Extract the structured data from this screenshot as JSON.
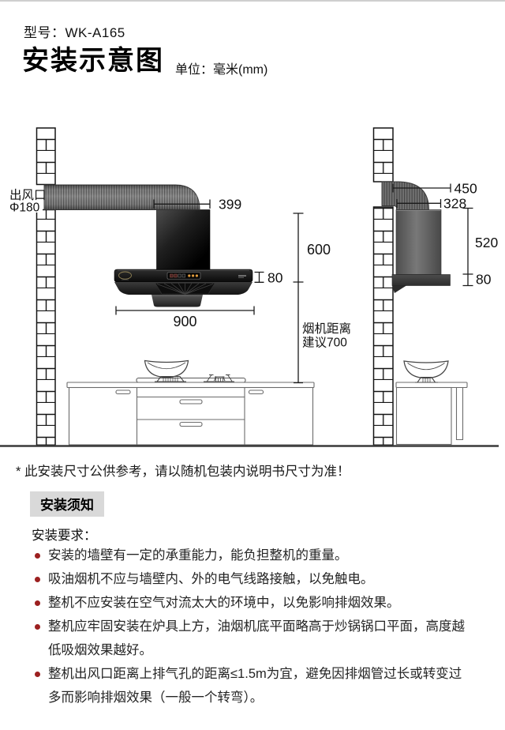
{
  "header": {
    "model": "型号：WK-A165",
    "title": "安装示意图",
    "unit": "单位：毫米(mm)"
  },
  "diagram": {
    "outlet_label_line1": "出风口",
    "outlet_label_line2": "Φ180",
    "suggestion_line1": "烟机距离",
    "suggestion_line2": "建议700",
    "dims": {
      "d399": "399",
      "d80_front": "80",
      "d600": "600",
      "d900": "900",
      "d450": "450",
      "d328": "328",
      "d520": "520",
      "d80_side": "80"
    }
  },
  "footnote": "* 此安装尺寸公供参考，请以随机包装内说明书尺寸为准！",
  "notes": {
    "section_title": "安装须知",
    "requirement_label": "安装要求：",
    "items": [
      "安装的墙壁有一定的承重能力，能负担整机的重量。",
      "吸油烟机不应与墙壁内、外的电气线路接触，以免触电。",
      "整机不应安装在空气对流太大的环境中，以免影响排烟效果。",
      "整机应牢固安装在炉具上方，油烟机底平面略高于炒锅锅口平面，高度越\n低吸烟效果越好。",
      "整机出风口距离上排气孔的距离≤1.5m为宜，避免因排烟管过长或转变过\n多而影响排烟效果（一般一个转弯）。"
    ]
  },
  "colors": {
    "bullet": "#9c2020",
    "notice_bg": "#d9d9d9",
    "accent_dark": "#111111"
  }
}
